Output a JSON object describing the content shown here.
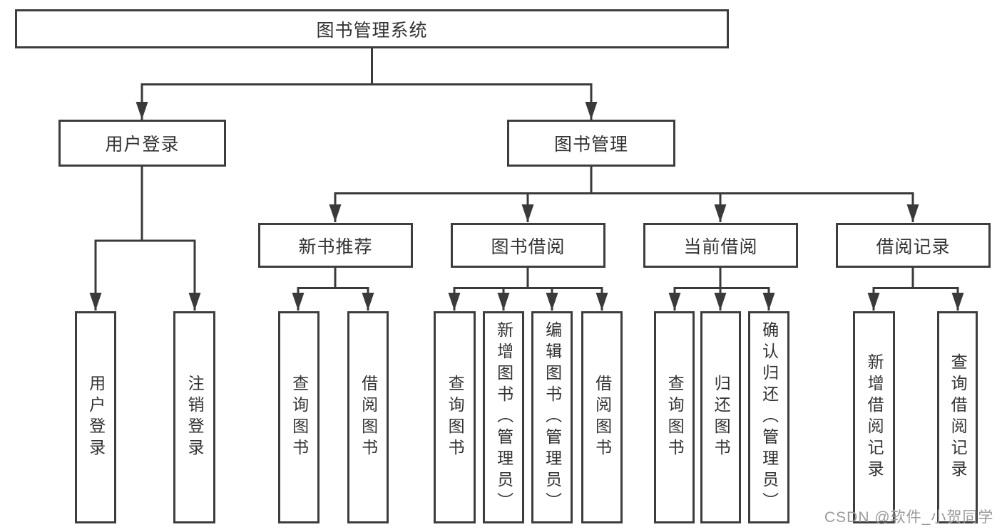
{
  "diagram": {
    "root": {
      "label": "图书管理系统"
    },
    "branches": {
      "user": {
        "label": "用户登录",
        "leaves": [
          "用户登录",
          "注销登录"
        ]
      },
      "books": {
        "label": "图书管理",
        "groups": [
          {
            "label": "新书推荐",
            "leaves": [
              "查询图书",
              "借阅图书"
            ]
          },
          {
            "label": "图书借阅",
            "leaves": [
              "查询图书",
              "新增图书（管理员）",
              "编辑图书（管理员）",
              "借阅图书"
            ]
          },
          {
            "label": "当前借阅",
            "leaves": [
              "查询图书",
              "归还图书",
              "确认归还（管理员）"
            ]
          },
          {
            "label": "借阅记录",
            "leaves": [
              "新增借阅记录",
              "查询借阅记录"
            ]
          }
        ]
      }
    }
  },
  "colors": {
    "line": "#3a3a3a",
    "border": "#3d3d3d",
    "text": "#333333",
    "watermark_text": "#9a9a9a",
    "background": "#ffffff"
  },
  "watermark": {
    "text": "CSDN @软件_小贺同学"
  }
}
